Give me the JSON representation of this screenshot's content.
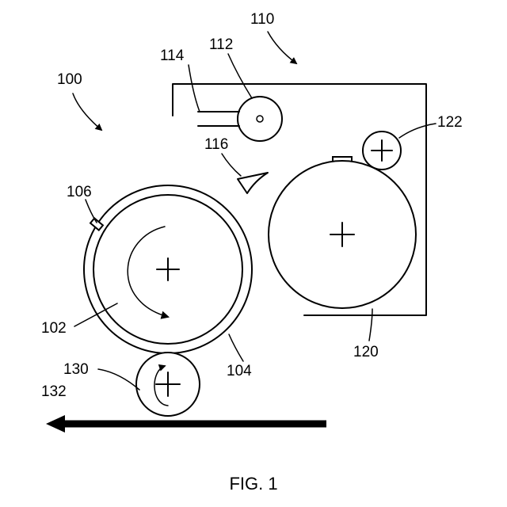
{
  "figure": {
    "caption": "FIG. 1",
    "labels": {
      "l100": "100",
      "l102": "102",
      "l104": "104",
      "l106": "106",
      "l110": "110",
      "l112": "112",
      "l114": "114",
      "l116": "116",
      "l120": "120",
      "l122": "122",
      "l130": "130",
      "l132": "132"
    }
  }
}
